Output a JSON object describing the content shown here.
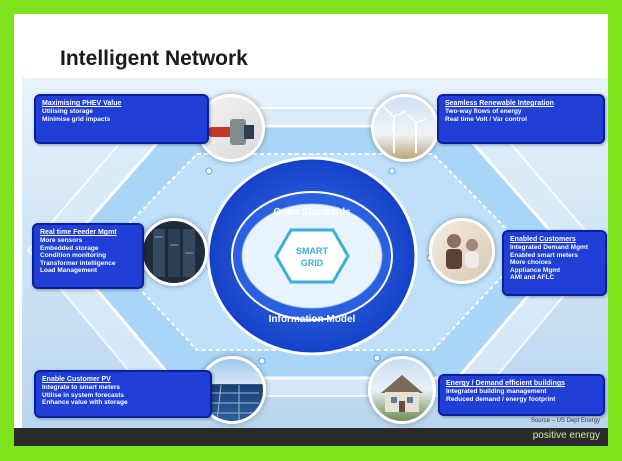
{
  "slide": {
    "title": "Intelligent Network",
    "footer": "positive energy",
    "source": "Source – US Dept Energy"
  },
  "center": {
    "top_label": "Open Standards",
    "bottom_label": "Information Model",
    "logo_line1": "SMART",
    "logo_line2": "GRID"
  },
  "boxes": {
    "phev": {
      "heading": "Maximising PHEV Value",
      "lines": [
        "Utilising storage",
        "Minimise grid impacts"
      ]
    },
    "renewable": {
      "heading": "Seamless Renewable Integration",
      "lines": [
        "Two-way flows of energy",
        "Real time Volt / Var control"
      ]
    },
    "feeder": {
      "heading": "Real time Feeder Mgmt",
      "lines": [
        "More sensors",
        "Embedded storage",
        "Condition monitoring",
        "Transformer intelligence",
        "Load Management"
      ]
    },
    "customers": {
      "heading": "Enabled Customers",
      "lines": [
        "Integrated Demand Mgmt",
        "Enabled smart meters",
        "More choices",
        "Appliance Mgmt",
        "AMI and AFLC"
      ]
    },
    "pv": {
      "heading": "Enable Customer PV",
      "lines": [
        "Integrate to smart meters",
        "Utilise in system forecasts",
        "Enhance value with storage"
      ]
    },
    "buildings": {
      "heading": "Energy / Demand efficient buildings",
      "lines": [
        "Integrated building management",
        "Reduced demand / energy footprint"
      ]
    }
  },
  "photos": {
    "phev": "ev-charger-photo",
    "renewable": "wind-turbines-photo",
    "feeder": "server-racks-photo",
    "customers": "people-at-computer-photo",
    "pv": "solar-panels-photo",
    "buildings": "house-photo"
  },
  "colors": {
    "border_green": "#7ee21c",
    "box_blue": "#1f3fd6",
    "ring_blue": "#1e56d8",
    "hex_light": "#a9d6f7"
  }
}
